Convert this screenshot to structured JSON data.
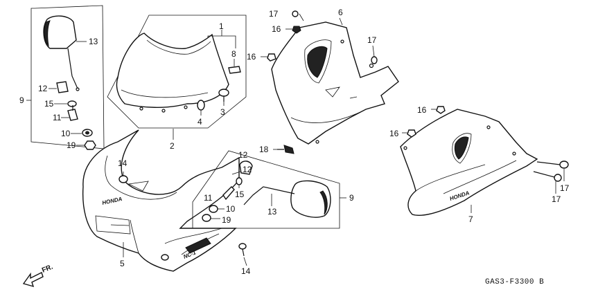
{
  "diagram": {
    "callouts": {
      "mirror_left": "13",
      "mirror_grommet_left": "12",
      "nut_left": "15",
      "bolt_left": "11",
      "washer_left": "10",
      "nut2_left": "19",
      "bracket_left": "9",
      "screen_set": "1",
      "screen_label": "8",
      "screen_screw": "3",
      "screen_nut": "4",
      "screen": "2",
      "upper_cowl": "5",
      "screw_upper": "14",
      "screw_upper_bottom": "14",
      "grommet_right": "12",
      "bolt_right": "11",
      "nut_right": "15",
      "washer_right": "10",
      "nut2_right": "19",
      "mirror_right": "13",
      "bracket_right": "9",
      "screw_18": "18",
      "side_cowl_upper": "6",
      "screw_17_top": "17",
      "nut_16_top": "16",
      "screw_17_side": "17",
      "nut_16_side": "16",
      "under_cowl": "7",
      "nut_16_under1": "16",
      "nut_16_under2": "16",
      "screw_17_under1": "17",
      "screw_17_under2": "17"
    },
    "brand_upper": "HONDA",
    "brand_under": "HONDA",
    "model_mark": "NC-1",
    "direction": "FR.",
    "drawing_code": "GAS3-F3300 B"
  }
}
